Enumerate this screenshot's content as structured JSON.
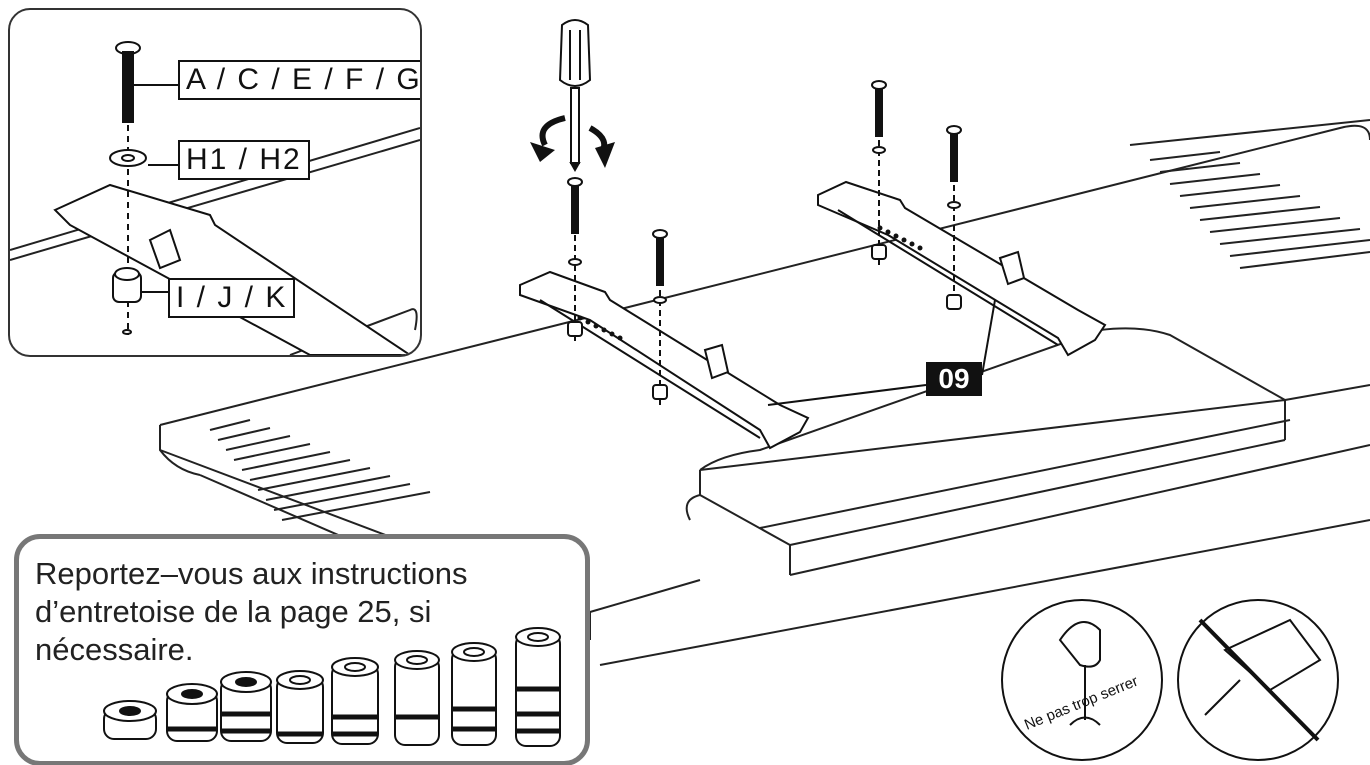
{
  "inset": {
    "screw_label": "A / C / E / F / G",
    "washer_label": "H1 / H2",
    "spacer_label": "I / J / K"
  },
  "bracket_label": "09",
  "note": {
    "text": "Reportez–vous aux instructions d’entretoise de la page 25,  si nécessaire."
  },
  "warning": {
    "text": "Ne pas trop serrer"
  },
  "icons": [
    "screwdriver-icon",
    "rotate-arrow-icon",
    "power-drill-prohibited-icon",
    "hand-screwdriver-icon"
  ]
}
